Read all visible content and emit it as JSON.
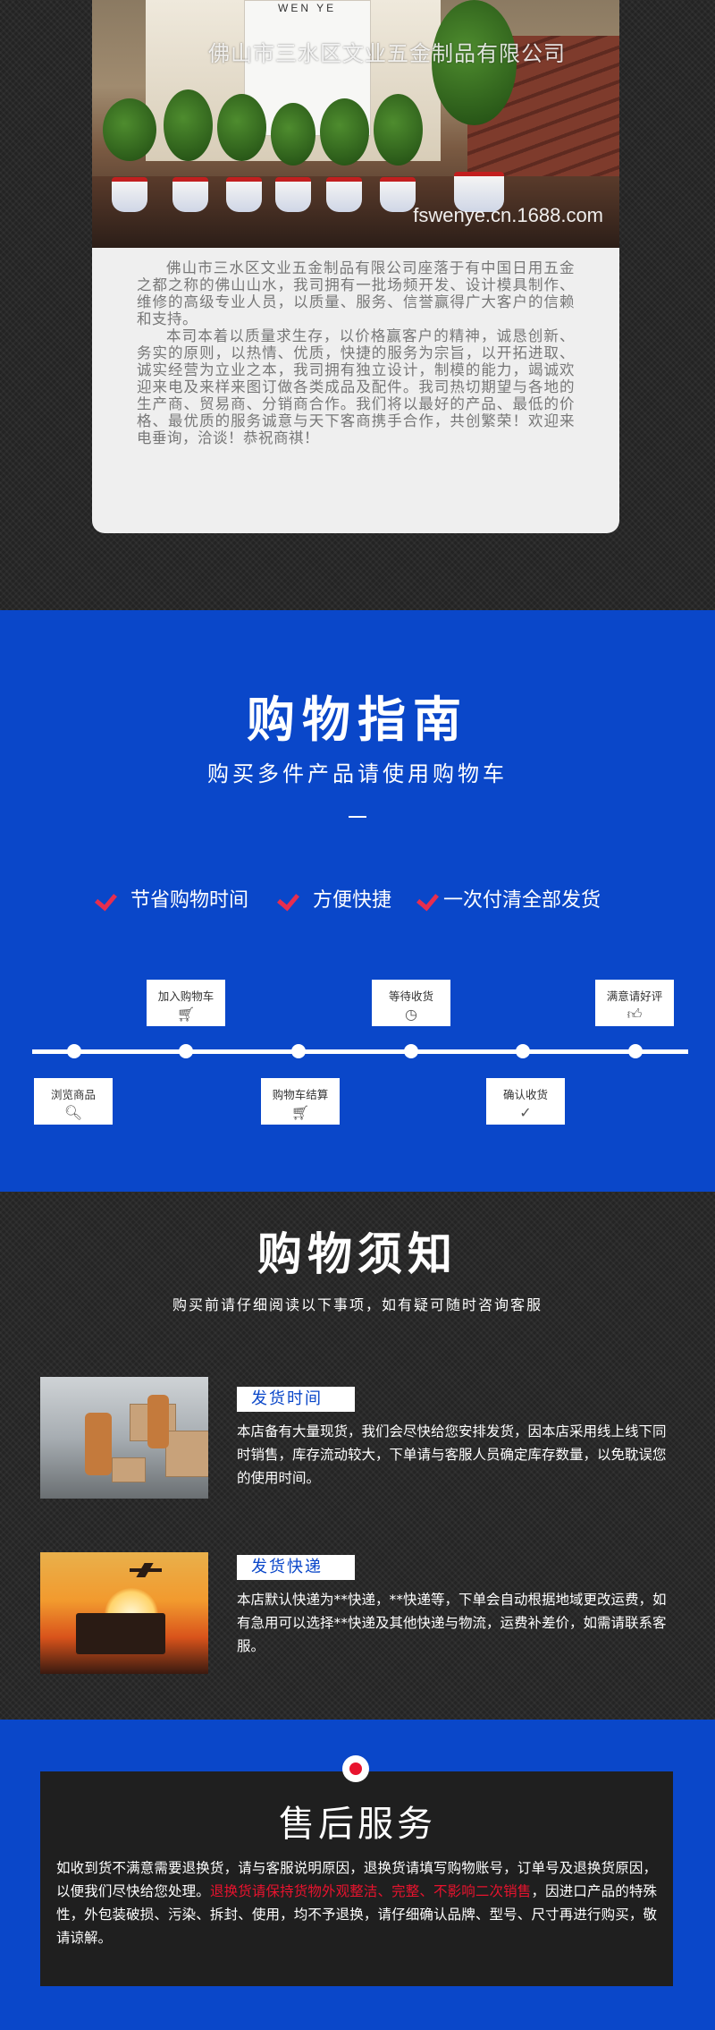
{
  "company": {
    "sign_text": "WEN YE",
    "name": "佛山市三水区文业五金制品有限公司",
    "url": "fswenye.cn.1688.com",
    "paragraphs": [
      "佛山市三水区文业五金制品有限公司座落于有中国日用五金之都之称的佛山山水，我司拥有一批场频开发、设计模具制作、维修的高级专业人员，以质量、服务、信誉赢得广大客户的信赖和支持。",
      "本司本着以质量求生存，以价格赢客户的精神，诚恳创新、务实的原则，以热情、优质，快捷的服务为宗旨，以开拓进取、诚实经营为立业之本，我司拥有独立设计，制模的能力，竭诚欢迎来电及来样来图订做各类成品及配件。我司热切期望与各地的生产商、贸易商、分销商合作。我们将以最好的产品、最低的价格、最优质的服务诚意与天下客商携手合作，共创繁荣！欢迎来电垂询，洽谈！恭祝商祺！"
    ]
  },
  "guide": {
    "title": "购物指南",
    "subtitle": "购买多件产品请使用购物车",
    "features": [
      "节省购物时间",
      "方便快捷",
      "一次付清全部发货"
    ],
    "steps": [
      {
        "label": "浏览商品",
        "icon": "search-icon"
      },
      {
        "label": "加入购物车",
        "icon": "cart-icon"
      },
      {
        "label": "购物车结算",
        "icon": "cart-icon"
      },
      {
        "label": "等待收货",
        "icon": "clock-icon"
      },
      {
        "label": "确认收货",
        "icon": "check-icon"
      },
      {
        "label": "满意请好评",
        "icon": "thumbs-up-icon"
      }
    ]
  },
  "notice": {
    "title": "购物须知",
    "subtitle": "购买前请仔细阅读以下事项，如有疑可随时咨询客服",
    "items": [
      {
        "heading": "发货时间",
        "text": "本店备有大量现货，我们会尽快给您安排发货，因本店采用线上线下同时销售，库存流动较大，下单请与客服人员确定库存数量，以免耽误您的使用时间。"
      },
      {
        "heading": "发货快递",
        "text": "本店默认快递为**快递，**快递等，下单会自动根据地域更改运费，如有急用可以选择**快递及其他快递与物流，运费补差价，如需请联系客服。"
      }
    ]
  },
  "after_sale": {
    "title": "售后服务",
    "text_before": "如收到货不满意需要退换货，请与客服说明原因，退换货请填写购物账号，订单号及退换货原因，以便我们尽快给您处理。",
    "text_highlight": "退换货请保持货物外观整洁、完整、不影响二次销售",
    "text_after": "，因进口产品的特殊性，外包装破损、污染、拆封、使用，均不予退换，请仔细确认品牌、型号、尺寸再进行购买，敬请谅解。",
    "highlight_color": "#e8132e"
  },
  "colors": {
    "blue": "#0a47c9",
    "dark": "#242424",
    "red": "#e8132e"
  }
}
